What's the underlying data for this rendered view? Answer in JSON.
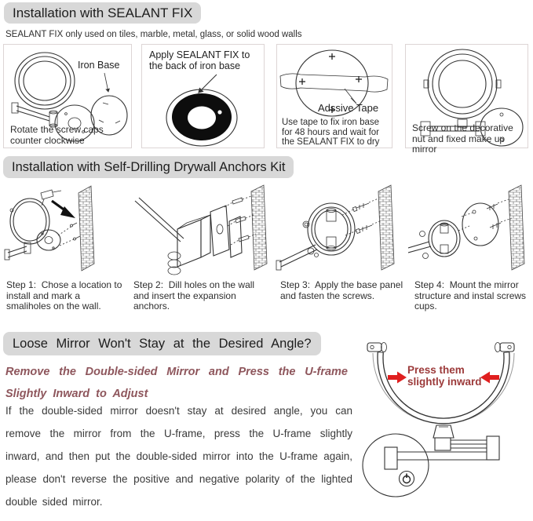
{
  "sealant_section": {
    "title": "Installation with SEALANT FIX",
    "subtitle": "SEALANT FIX only used on tiles, marble, metal, glass, or solid wood walls",
    "panels": [
      {
        "label": "Iron Base",
        "caption": "Rotate the screw caps counter clockwise"
      },
      {
        "label": "Apply SEALANT FIX to the back of iron base",
        "caption": ""
      },
      {
        "label": "Adssive Tape",
        "caption": "Use tape to fix iron base for 48 hours and wait for the SEALANT FIX to dry"
      },
      {
        "label": "",
        "caption": "Screw on the decorative nut and fixed make up mirror"
      }
    ]
  },
  "anchors_section": {
    "title": "Installation with Self-Drilling Drywall Anchors Kit",
    "steps": [
      "Step 1:  Chose a location to install and mark a smaliholes on the wall.",
      "Step 2:  Dill holes on the wall and insert the expansion anchors.",
      "Step 3:  Apply the base panel and fasten the screws.",
      "Step 4:  Mount the mirror structure and instal screws cups."
    ]
  },
  "adjust_section": {
    "title": "Loose Mirror Won't Stay at the Desired Angle?",
    "subtitle": "Remove the Double-sided Mirror and Press the U-frame Slightly Inward to Adjust",
    "body": "If the double-sided mirror doesn't stay at desired angle, you can remove the mirror from the U-frame, press the U-frame slightly inward, and then put the double-sided mirror into the U-frame again, please don't reverse the positive and negative polarity of the lighted double sided mirror.",
    "annotation": "Press them slightly inward"
  },
  "icons": {
    "iron_base_pointer": "arrow-icon",
    "sealant_pointer": "arrow-icon",
    "tape_pointer": "arrow-icon",
    "drill_direction": "black-arrow-icon",
    "press_left": "red-arrow-right-icon",
    "press_right": "red-arrow-left-icon",
    "wall_base_button": "power-icon"
  },
  "colors": {
    "header_pill_bg": "#d8d8d8",
    "header_text": "#1d1d1d",
    "caption_text": "#2e2e2e",
    "panel_border": "#ddd5d5",
    "maroon_italic": "#8e565c",
    "annotation_red": "#9c3a3a",
    "arrow_red": "#e01f1f",
    "line_art": "#333333"
  }
}
